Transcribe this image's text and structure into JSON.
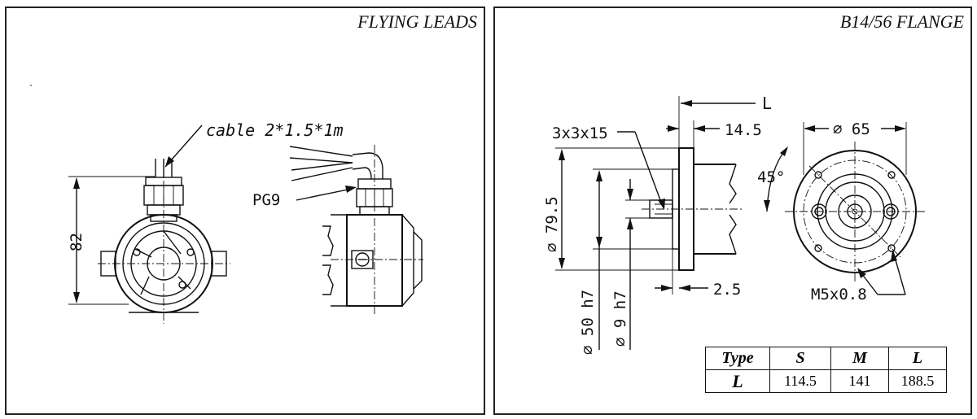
{
  "left_panel": {
    "title": "FLYING LEADS",
    "labels": {
      "cable": "cable  2*1.5*1m",
      "gland": "PG9",
      "height": "82"
    }
  },
  "right_panel": {
    "title": "B14/56 FLANGE",
    "labels": {
      "length": "L",
      "key": "3x3x15",
      "flange_thickness": "14.5",
      "bolt_circle": "∅ 65",
      "angle": "45°",
      "flange_dia": "∅ 79.5",
      "spigot": "∅ 50 h7",
      "shaft": "∅ 9 h7",
      "spigot_depth": "2.5",
      "thread": "M5x0.8"
    },
    "table": {
      "header": [
        "Type",
        "S",
        "M",
        "L"
      ],
      "row": [
        "L",
        "114.5",
        "141",
        "188.5"
      ]
    }
  }
}
